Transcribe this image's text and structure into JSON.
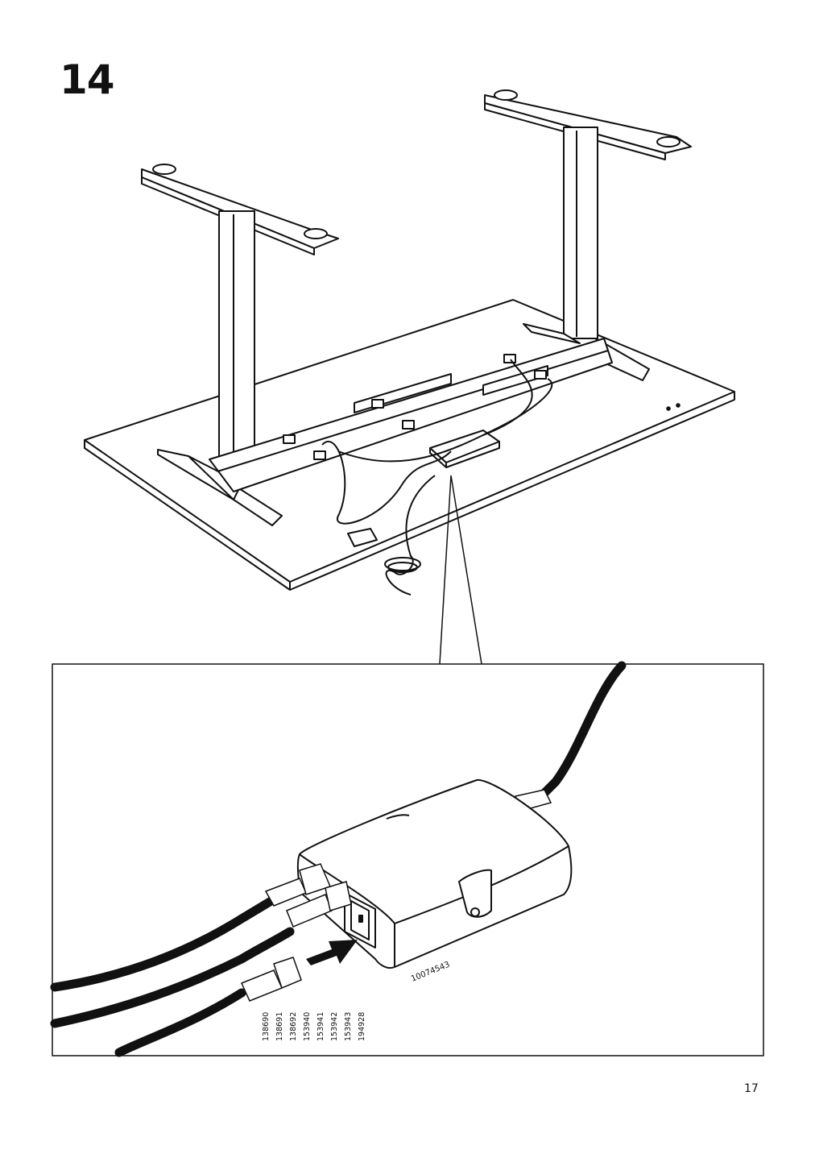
{
  "step": {
    "number": "14"
  },
  "page": {
    "number": "17"
  },
  "detail": {
    "component_code": "10074543",
    "compatible_codes": [
      "138690",
      "138691",
      "138692",
      "153940",
      "153941",
      "153942",
      "153943",
      "194928"
    ]
  },
  "icons": [
    "desk-frame-illustration",
    "power-supply-unit",
    "power-cord-plug",
    "insert-arrow-icon"
  ]
}
